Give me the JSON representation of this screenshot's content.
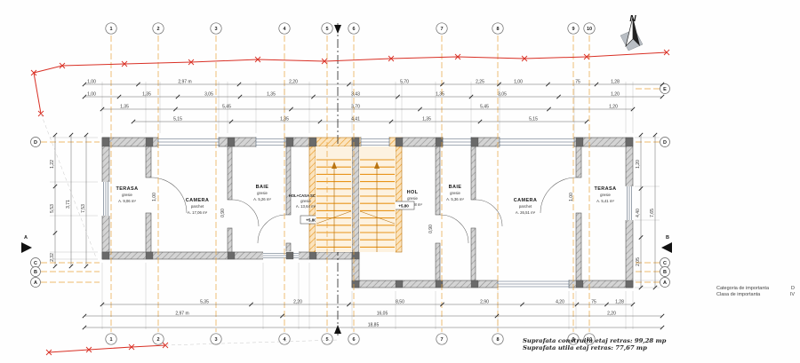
{
  "document": {
    "north_label": "N"
  },
  "grid_axes": {
    "vertical": [
      "1",
      "2",
      "3",
      "4",
      "5",
      "6",
      "7",
      "8",
      "9",
      "10"
    ],
    "left": [
      "D",
      "C",
      "B",
      "A"
    ],
    "right": [
      "E",
      "D",
      "C",
      "B",
      "A"
    ],
    "section_markers": [
      "A",
      "B"
    ]
  },
  "rooms": [
    {
      "name": "TERASA",
      "finish": "gresie",
      "area": "A. 9,06 m²"
    },
    {
      "name": "CAMERA",
      "finish": "parchet",
      "area": "A. 17,06 m²"
    },
    {
      "name": "BAIE",
      "finish": "gresie",
      "area": "A. 5,26 m²"
    },
    {
      "name": "HOL+CASA SCARII",
      "finish": "gresie",
      "area": "A. 13,64 m²"
    },
    {
      "name": "HOL",
      "finish": "gresie",
      "area": "A. 11,88 m²"
    },
    {
      "name": "BAIE",
      "finish": "gresie",
      "area": "A. 5,36 m²"
    },
    {
      "name": "CAMERA",
      "finish": "parchet",
      "area": "A. 26,51 m²"
    },
    {
      "name": "TERASA",
      "finish": "gresie",
      "area": "A. 5,41 m²"
    }
  ],
  "levels": [
    "+5,80",
    "+5,80"
  ],
  "door_labels": [
    "0,90",
    "0,90",
    "1,00",
    "1,00"
  ],
  "dimensions": {
    "top1": [
      "1,00",
      "2,97 m",
      "2,20",
      "5,70",
      "2,25",
      "1,00",
      "75",
      "1,28"
    ],
    "top2": [
      "1,00",
      "1,35",
      "3,05",
      "1,35",
      "3,43",
      "1,35",
      "3,05",
      "1,20"
    ],
    "top3": [
      "1,35",
      "5,45",
      "3,70",
      "5,45",
      "1,20"
    ],
    "top4": [
      "5,15",
      "1,35",
      "4,41",
      "1,35",
      "5,15"
    ],
    "bot1": [
      "5,35",
      "2,20",
      "8,50",
      "2,90",
      "4,20",
      "75",
      "1,28"
    ],
    "bot2": [
      "2,97 m",
      "16,05",
      "2,20"
    ],
    "bot3": [
      "18,85"
    ],
    "left1": [
      "1,22",
      "5,53",
      "2,32"
    ],
    "left2": [
      "3,71"
    ],
    "left3": [
      "7,53"
    ],
    "right1": [
      "1,20",
      "4,40",
      "2,05"
    ],
    "right2": [
      "7,65"
    ]
  },
  "notes": {
    "area_notes": [
      "Suprafata construita etaj retras: 99,28 mp",
      "Suprafata utila etaj retras: 77,67 mp"
    ],
    "importance_category_label": "Categoria de importanta",
    "importance_category_value": "D",
    "importance_class_label": "Clasa de importanta",
    "importance_class_value": "IV"
  }
}
